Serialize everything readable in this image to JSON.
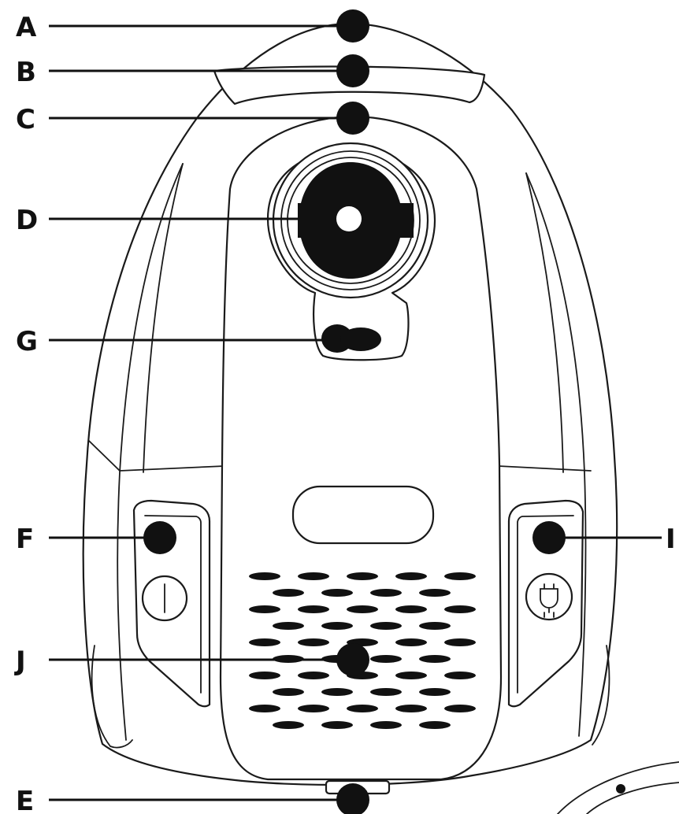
{
  "labels": {
    "A": "A",
    "B": "B",
    "C": "C",
    "D": "D",
    "G": "G",
    "F": "F",
    "I": "I",
    "J": "J",
    "E": "E"
  },
  "icons": {
    "left_button": "power-switch-icon",
    "right_button": "plug-icon"
  },
  "colors": {
    "line": "#1a1a1a",
    "fill": "#ffffff",
    "marker": "#111111"
  }
}
